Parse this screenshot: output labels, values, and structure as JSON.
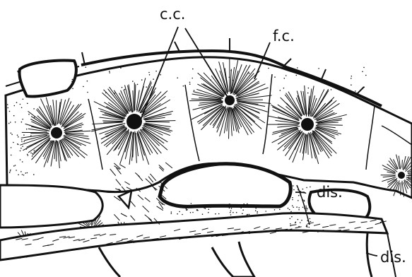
{
  "figure": {
    "labels": {
      "cc": "c.c.",
      "fc": "f.c.",
      "dis_upper": "dis.",
      "dis_lower": "dis."
    },
    "colors": {
      "ink": "#111111",
      "background": "#ffffff"
    }
  }
}
